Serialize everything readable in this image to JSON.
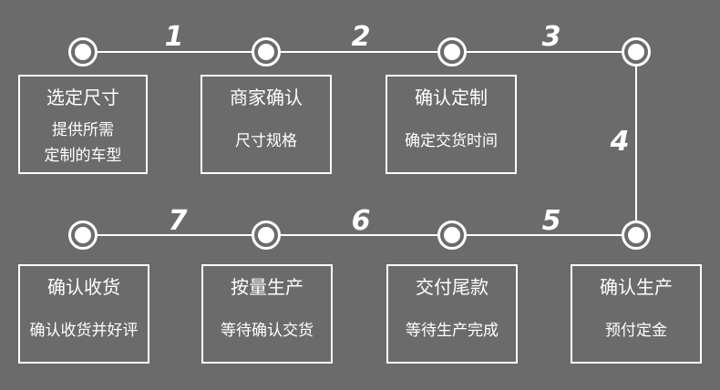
{
  "colors": {
    "background": "#6b6b6b",
    "foreground": "#ffffff"
  },
  "steps": [
    {
      "title": "选定尺寸",
      "desc_lines": [
        "提供所需",
        "定制的车型"
      ]
    },
    {
      "title": "商家确认",
      "desc_lines": [
        "尺寸规格"
      ]
    },
    {
      "title": "确认定制",
      "desc_lines": [
        "确定交货时间"
      ]
    },
    {
      "title": "确认生产",
      "desc_lines": [
        "预付定金"
      ]
    },
    {
      "title": "交付尾款",
      "desc_lines": [
        "等待生产完成"
      ]
    },
    {
      "title": "按量生产",
      "desc_lines": [
        "等待确认交货"
      ]
    },
    {
      "title": "确认收货",
      "desc_lines": [
        "确认收货并好评"
      ]
    }
  ],
  "connector_labels": [
    "1",
    "2",
    "3",
    "4",
    "5",
    "6",
    "7"
  ]
}
